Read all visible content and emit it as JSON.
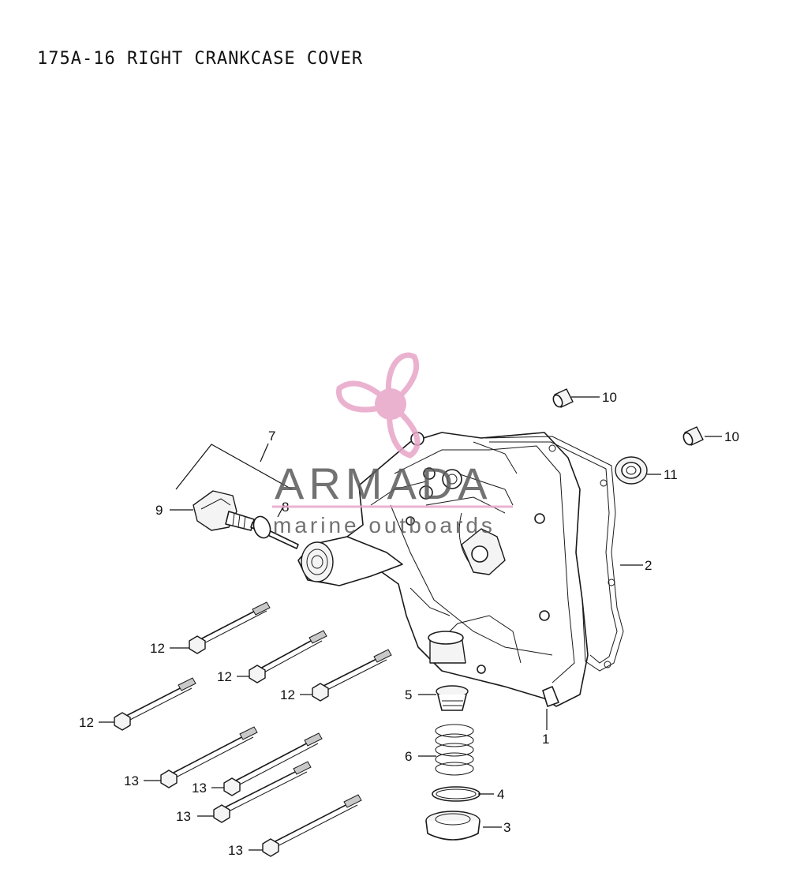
{
  "title": "175A-16 RIGHT CRANKCASE COVER",
  "watermark": {
    "brand": "ARMADA",
    "tagline": "marine outboards",
    "brand_color": "#5a5a5a",
    "accent_color": "#e8a5c8",
    "logo_icon": "propeller-icon"
  },
  "callouts": [
    {
      "id": "1",
      "label": "1"
    },
    {
      "id": "2",
      "label": "2"
    },
    {
      "id": "3",
      "label": "3"
    },
    {
      "id": "4",
      "label": "4"
    },
    {
      "id": "5",
      "label": "5"
    },
    {
      "id": "6",
      "label": "6"
    },
    {
      "id": "7",
      "label": "7"
    },
    {
      "id": "8",
      "label": "8"
    },
    {
      "id": "9",
      "label": "9"
    },
    {
      "id": "10a",
      "label": "10"
    },
    {
      "id": "10b",
      "label": "10"
    },
    {
      "id": "11",
      "label": "11"
    },
    {
      "id": "12a",
      "label": "12"
    },
    {
      "id": "12b",
      "label": "12"
    },
    {
      "id": "12c",
      "label": "12"
    },
    {
      "id": "12d",
      "label": "12"
    },
    {
      "id": "13a",
      "label": "13"
    },
    {
      "id": "13b",
      "label": "13"
    },
    {
      "id": "13c",
      "label": "13"
    },
    {
      "id": "13d",
      "label": "13"
    }
  ]
}
